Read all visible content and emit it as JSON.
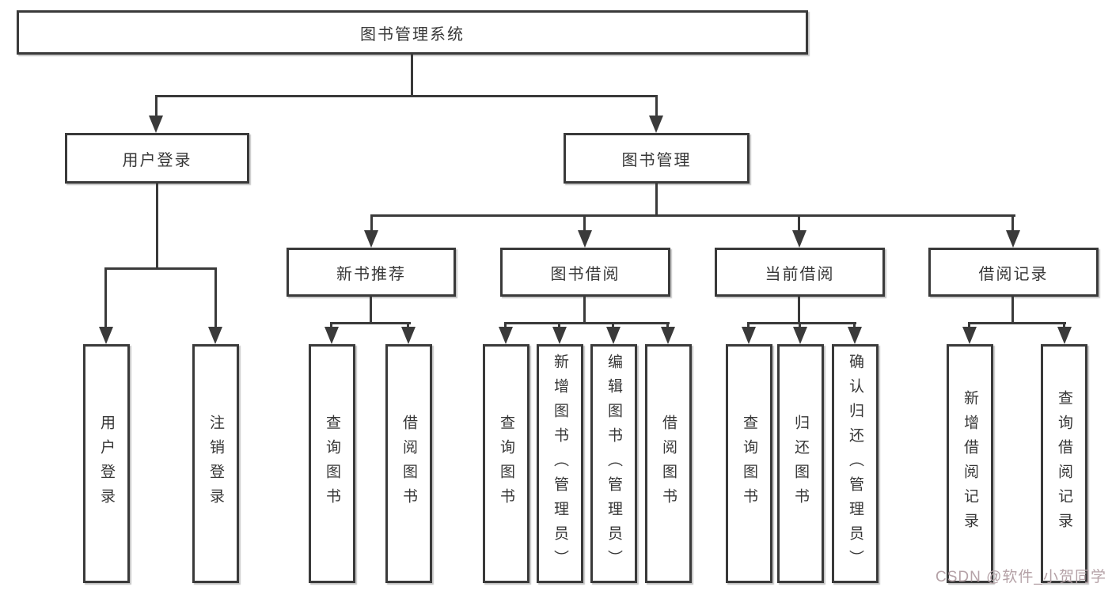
{
  "diagram": {
    "root": {
      "label": "图书管理系统"
    },
    "branches": [
      {
        "label": "用户登录",
        "children": [
          {
            "label": "用户登录"
          },
          {
            "label": "注销登录"
          }
        ]
      },
      {
        "label": "图书管理",
        "children": [
          {
            "label": "新书推荐",
            "children": [
              {
                "label": "查询图书"
              },
              {
                "label": "借阅图书"
              }
            ]
          },
          {
            "label": "图书借阅",
            "children": [
              {
                "label": "查询图书"
              },
              {
                "label": "新增图书（管理员）"
              },
              {
                "label": "编辑图书（管理员）"
              },
              {
                "label": "借阅图书"
              }
            ]
          },
          {
            "label": "当前借阅",
            "children": [
              {
                "label": "查询图书"
              },
              {
                "label": "归还图书"
              },
              {
                "label": "确认归还（管理员）"
              }
            ]
          },
          {
            "label": "借阅记录",
            "children": [
              {
                "label": "新增借阅记录"
              },
              {
                "label": "查询借阅记录"
              }
            ]
          }
        ]
      }
    ],
    "colors": {
      "line": "#3a3a3a",
      "box_border": "#3a3a3a",
      "box_fill": "#ffffff",
      "text": "#373737"
    }
  },
  "watermark": {
    "text": "CSDN @软件_小贺同学",
    "color": "#b5a2a7"
  }
}
